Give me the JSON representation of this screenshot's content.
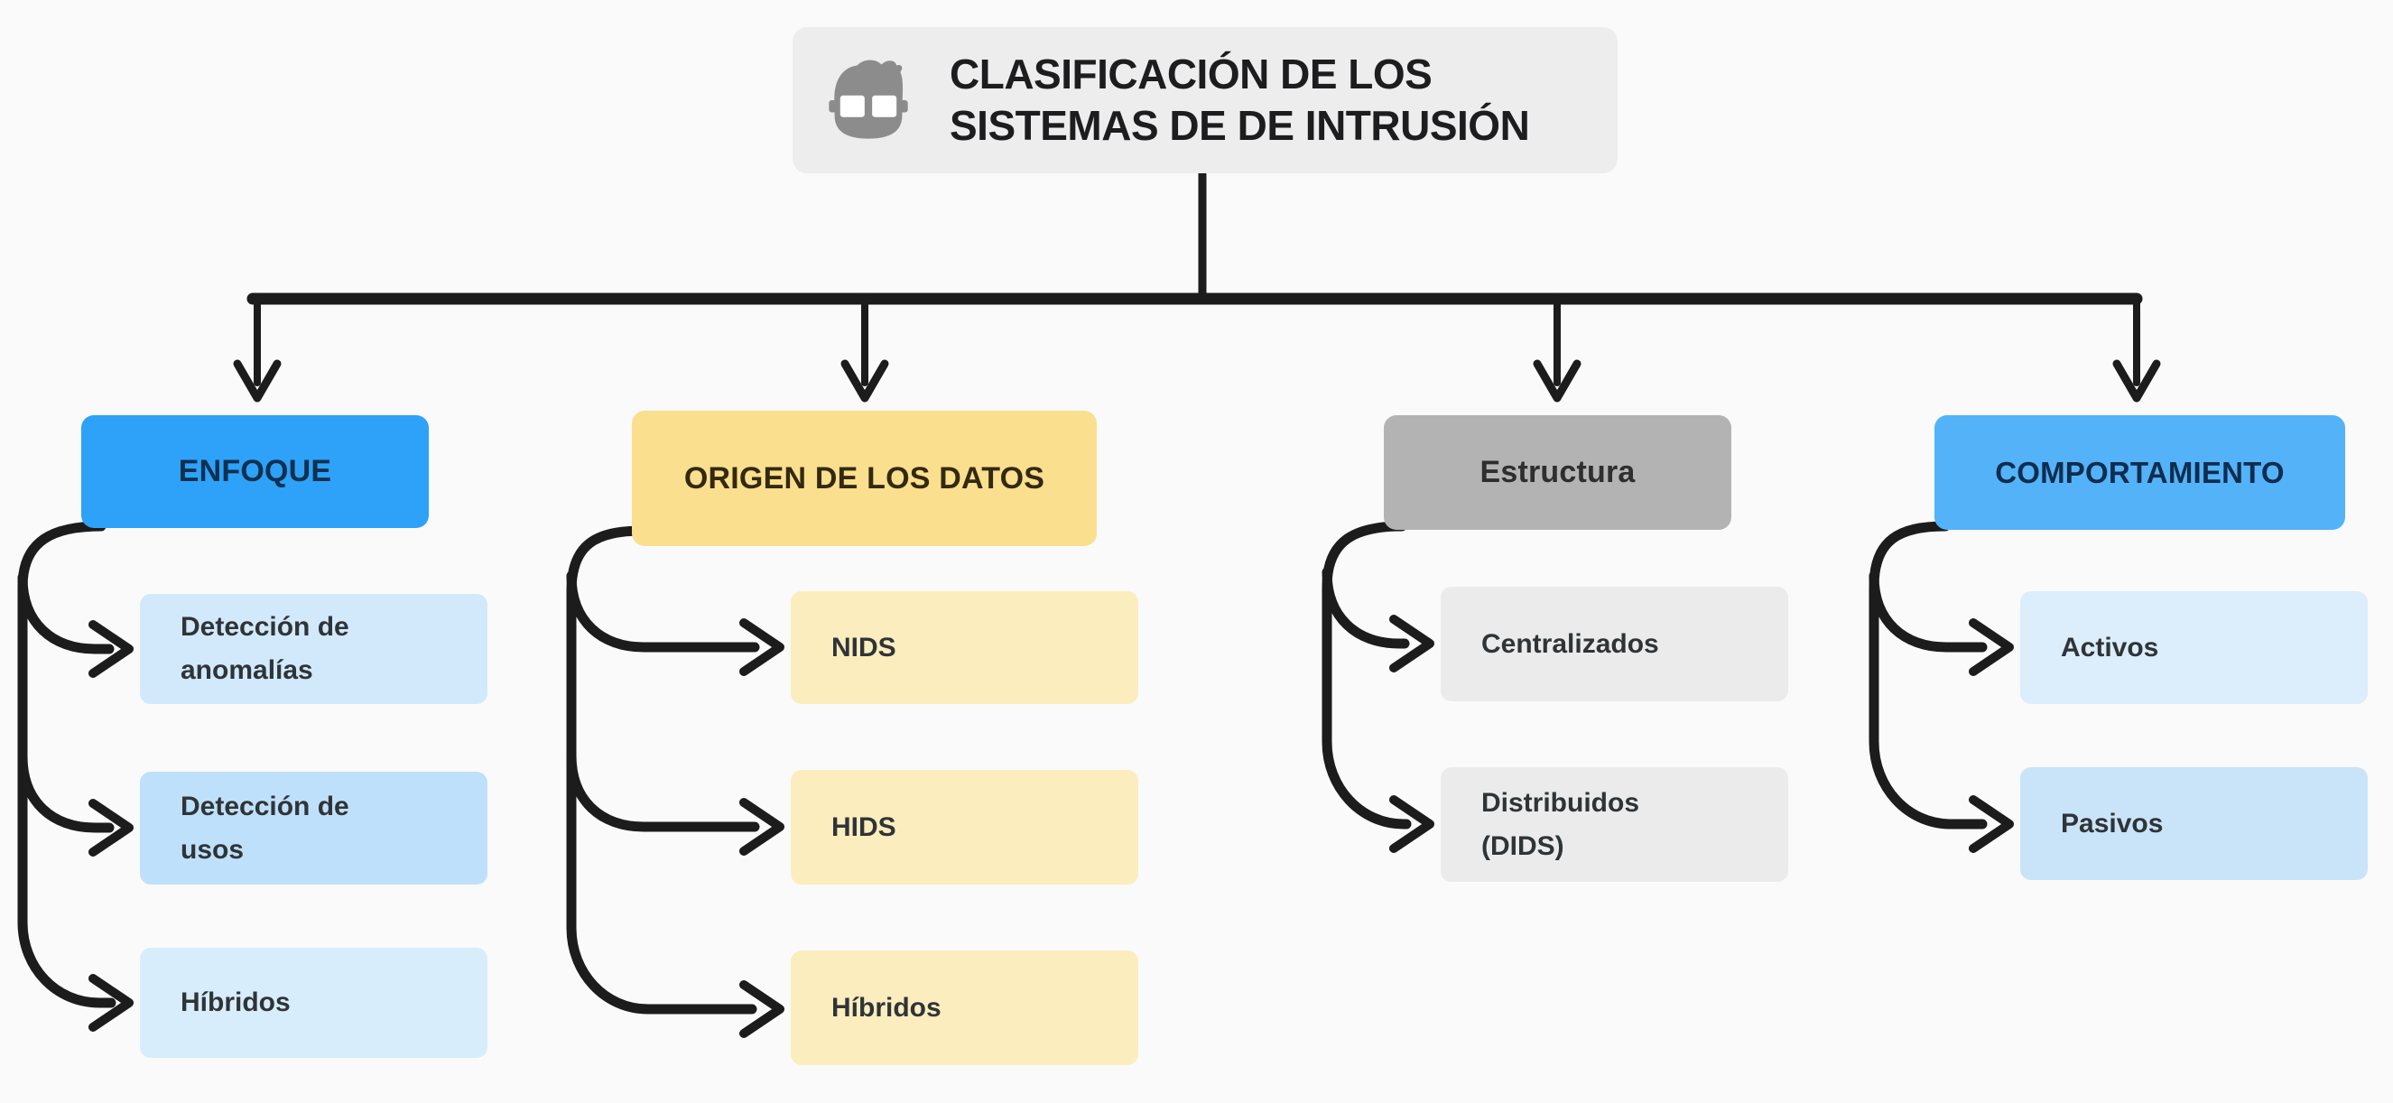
{
  "title": {
    "line1": "CLASIFICACIÓN DE LOS",
    "line2": "SISTEMAS DE  DE INTRUSIÓN",
    "icon": "geek-face-icon"
  },
  "branches": [
    {
      "label": "ENFOQUE",
      "color": "#2da2f8",
      "text_color": "#103050",
      "children": [
        {
          "label": "Detección de\nanomalías",
          "color": "#d2e9fb"
        },
        {
          "label": "Detección de\nusos",
          "color": "#bfe0fa"
        },
        {
          "label": "Híbridos",
          "color": "#d7edfc"
        }
      ]
    },
    {
      "label": "ORIGEN DE LOS DATOS",
      "color": "#fadf8f",
      "text_color": "#33290f",
      "children": [
        {
          "label": "NIDS",
          "color": "#fcedbe"
        },
        {
          "label": "HIDS",
          "color": "#fcedbe"
        },
        {
          "label": "Híbridos",
          "color": "#fcedbe"
        }
      ]
    },
    {
      "label": "Estructura",
      "color": "#b3b3b3",
      "text_color": "#2e2e2e",
      "children": [
        {
          "label": "Centralizados",
          "color": "#ebebeb"
        },
        {
          "label": "Distribuidos\n(DIDS)",
          "color": "#ebebeb"
        }
      ]
    },
    {
      "label": "COMPORTAMIENTO",
      "color": "#54b2f8",
      "text_color": "#0f2d4e",
      "children": [
        {
          "label": "Activos",
          "color": "#dcedfb"
        },
        {
          "label": "Pasivos",
          "color": "#c9e4f9"
        }
      ]
    }
  ],
  "colors": {
    "background": "#fafafa",
    "title_box": "#ededed",
    "connector": "#1c1c1c",
    "icon": "#8c8c8c"
  }
}
